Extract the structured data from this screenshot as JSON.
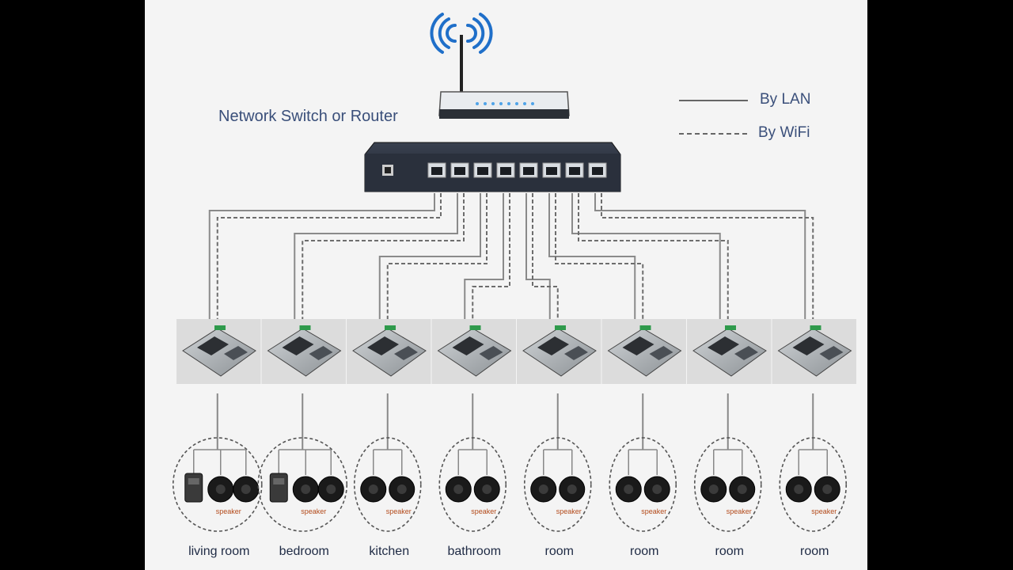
{
  "diagram": {
    "title": "Network Switch or Router",
    "legend": {
      "lan_label": "By LAN",
      "wifi_label": "By WiFi"
    },
    "speaker_word": "speaker",
    "rooms": [
      {
        "label": "living room",
        "amp": true
      },
      {
        "label": "bedroom",
        "amp": true
      },
      {
        "label": "kitchen",
        "amp": false
      },
      {
        "label": "bathroom",
        "amp": false
      },
      {
        "label": "room",
        "amp": false
      },
      {
        "label": "room",
        "amp": false
      },
      {
        "label": "room",
        "amp": false
      },
      {
        "label": "room",
        "amp": false
      }
    ],
    "colors": {
      "background": "#f4f4f4",
      "label": "#3a4f7a",
      "wifi_signal": "#1f6fc9",
      "speaker_text": "#b34a1a"
    }
  }
}
